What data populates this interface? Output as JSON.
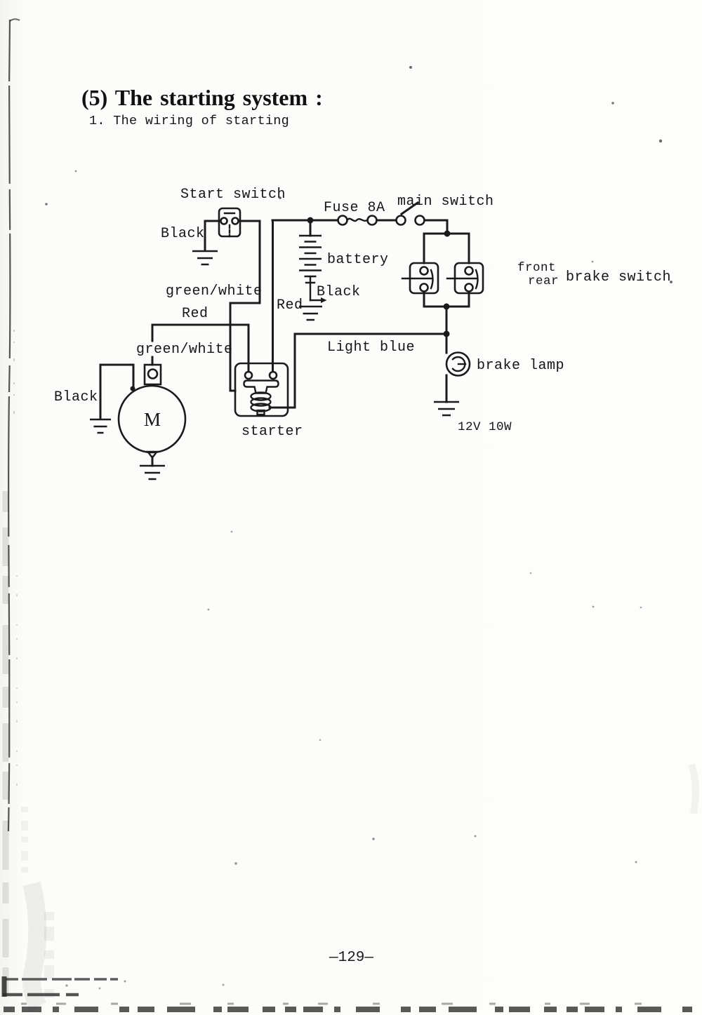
{
  "page": {
    "title": "(5) The starting system :",
    "subtitle": "1. The wiring of starting",
    "page_number": "—129—",
    "paper_color": "#fdfdfb",
    "ink_color": "#1b1b1b"
  },
  "diagram": {
    "labels": {
      "start_switch": "Start switch",
      "start_switch_ground": "Black",
      "fuse": "Fuse 8A",
      "main_switch": "main switch",
      "battery": "battery",
      "battery_negative": "Black",
      "battery_positive": "Red",
      "wire_green_white_relay": "green/white",
      "wire_red": "Red",
      "wire_green_white_motor": "green/white",
      "motor_ground": "Black",
      "motor": "M",
      "starter": "starter",
      "wire_light_blue": "Light blue",
      "brake_lamp": "brake lamp",
      "brake_lamp_rating": "12V 10W",
      "brake_switch_front": "front",
      "brake_switch_rear": "rear",
      "brake_switch": "brake switch"
    },
    "symbols": [
      "start-switch",
      "fuse",
      "main-switch",
      "battery",
      "brake-switch",
      "brake-lamp",
      "starter-relay-coil",
      "motor",
      "ground"
    ]
  }
}
